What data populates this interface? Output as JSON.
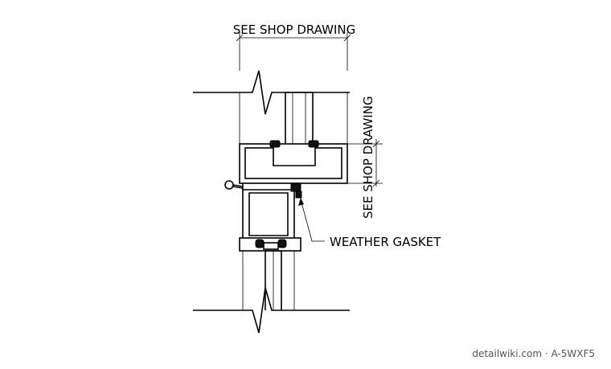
{
  "labels": {
    "top_dimension": "SEE SHOP DRAWING",
    "side_dimension": "SEE SHOP DRAWING",
    "gasket_callout": "WEATHER GASKET"
  },
  "watermark": "detailwiki.com · A-5WXF5"
}
